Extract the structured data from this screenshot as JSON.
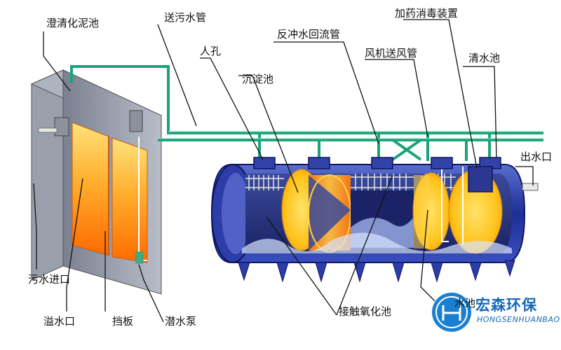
{
  "labels": {
    "clarify_sludge_tank": "澄清化泥池",
    "sewage_pipe": "送污水管",
    "backwash_return_pipe": "反冲水回流管",
    "dosing_disinfection": "加药消毒装置",
    "manhole": "人孔",
    "sedimentation_tank": "沉淀池",
    "blower_air_pipe": "风机送风管",
    "clear_water_tank": "清水池",
    "water_outlet": "出水口",
    "sewage_inlet": "污水进口",
    "overflow_port": "溢水口",
    "baffle": "挡板",
    "submersible_pump": "潜水泵",
    "contact_oxidation_tank": "接触氧化池",
    "partial_label": "水池"
  },
  "brand": {
    "name": "宏森环保",
    "subtitle": "HONGSENHUANBAO"
  },
  "colors": {
    "pipe": "#1aa37a",
    "tank_body": "#2a3ea8",
    "fill_hot": "#ff8a1a",
    "fill_light": "#ffd34a",
    "brand": "#1569b8"
  }
}
